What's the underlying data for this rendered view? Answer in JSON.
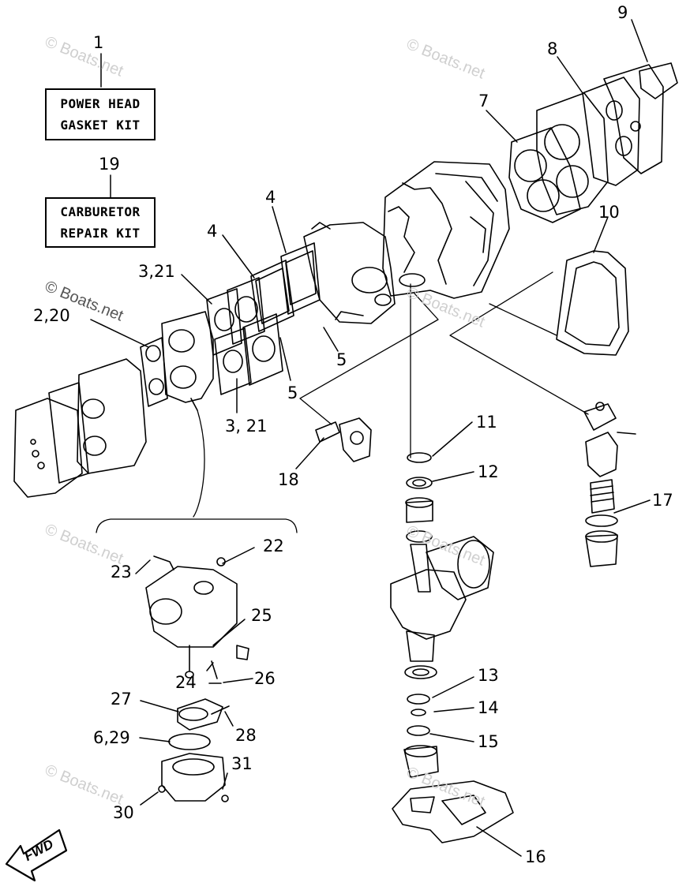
{
  "kits": [
    {
      "callout": "1",
      "line1": "POWER HEAD",
      "line2": "GASKET KIT"
    },
    {
      "callout": "19",
      "line1": "CARBURETOR",
      "line2": "REPAIR KIT"
    }
  ],
  "callouts": {
    "c2_20": "2,20",
    "c3_21_top": "3,21",
    "c3_21_bottom": "3, 21",
    "c4_a": "4",
    "c4_b": "4",
    "c5_a": "5",
    "c5_b": "5",
    "c6_29": "6,29",
    "c7": "7",
    "c8": "8",
    "c9": "9",
    "c10": "10",
    "c11": "11",
    "c12": "12",
    "c13": "13",
    "c14": "14",
    "c15": "15",
    "c16": "16",
    "c17": "17",
    "c18": "18",
    "c22": "22",
    "c23": "23",
    "c24": "24",
    "c25": "25",
    "c26": "26",
    "c27": "27",
    "c28": "28",
    "c30": "30",
    "c31": "31"
  },
  "direction_marker": "FWD",
  "watermark": "© Boats.net"
}
